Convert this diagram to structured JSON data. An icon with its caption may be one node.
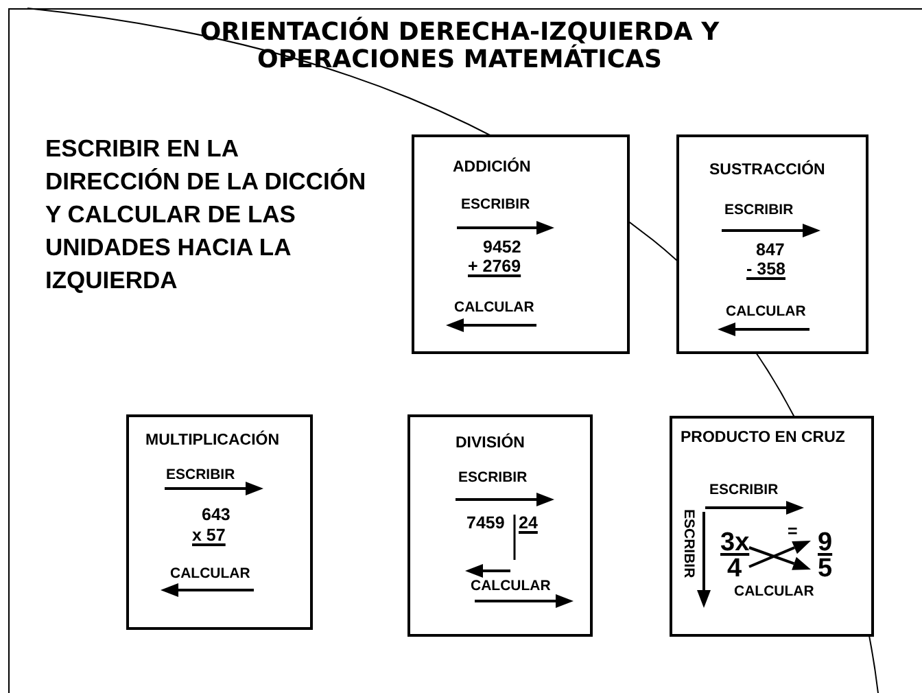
{
  "diagram": {
    "title": "ORIENTACIÓN DERECHA-IZQUIERDA Y OPERACIONES MATEMÁTICAS",
    "nodes": [
      {
        "text": [
          "ADDICIÓN",
          "ESCRIBIR",
          "9452",
          "+ 2769",
          "CALCULAR"
        ]
      },
      {
        "text": [
          "SUSTRACCIÓN",
          "ESCRIBIR",
          "847",
          "- 358",
          "CALCULAR"
        ]
      },
      {
        "text": [
          "MULTIPLICACIÓN",
          "ESCRIBIR",
          "643",
          "x 57",
          "CALCULAR"
        ]
      },
      {
        "text": [
          "DIVISIÓN",
          "ESCRIBIR",
          "7459",
          "24",
          "CALCULAR"
        ]
      },
      {
        "text": [
          "PRODUCTO EN CRUZ",
          "ESCRIBIR",
          "ESCRIBIR",
          "3x",
          "4",
          "=",
          "9",
          "5",
          "CALCULAR"
        ]
      }
    ],
    "labels": [
      "ESCRIBIR EN LA DIRECCIÓN DE LA DICCIÓN Y CALCULAR DE LAS UNIDADES HACIA LA IZQUIERDA"
    ]
  }
}
